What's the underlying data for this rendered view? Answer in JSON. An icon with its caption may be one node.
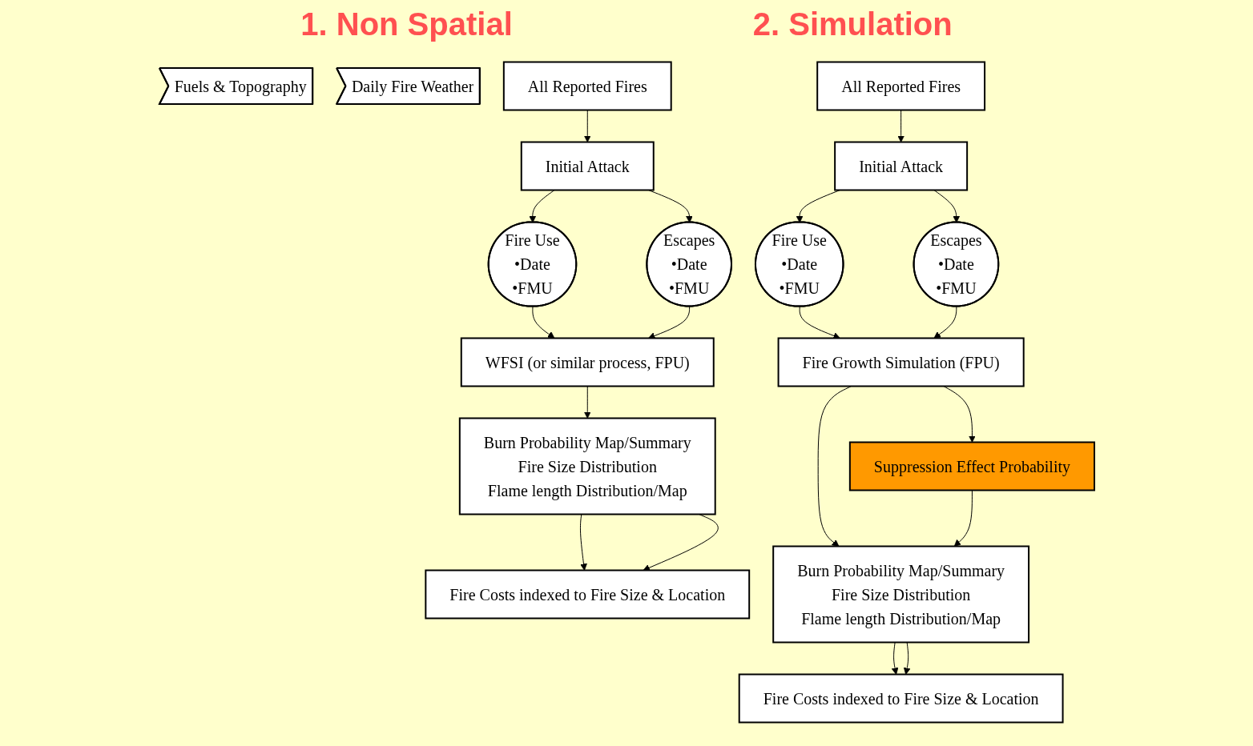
{
  "diagram": {
    "nodes": [
      {
        "text": [
          "Fuels & Topography"
        ]
      },
      {
        "text": [
          "Daily Fire Weather"
        ]
      },
      {
        "text": [
          "All Reported Fires"
        ]
      },
      {
        "text": [
          "Initial Attack"
        ]
      },
      {
        "text": [
          "Fire Use",
          "•Date",
          "•FMU"
        ]
      },
      {
        "text": [
          "Escapes",
          "•Date",
          "•FMU"
        ]
      },
      {
        "text": [
          "WFSI (or similar process, FPU)"
        ]
      },
      {
        "text": [
          "Burn Probability Map/Summary",
          "Fire Size Distribution",
          "Flame length Distribution/Map"
        ]
      },
      {
        "text": [
          "Fire Costs indexed to Fire Size & Location"
        ]
      },
      {
        "text": [
          "All Reported Fires"
        ]
      },
      {
        "text": [
          "Initial Attack"
        ]
      },
      {
        "text": [
          "Fire Use",
          "•Date",
          "•FMU"
        ]
      },
      {
        "text": [
          "Escapes",
          "•Date",
          "•FMU"
        ]
      },
      {
        "text": [
          "Fire Growth Simulation (FPU)"
        ]
      },
      {
        "text": [
          "Suppression Effect Probability"
        ]
      },
      {
        "text": [
          "Burn Probability Map/Summary",
          "Fire Size Distribution",
          "Flame length Distribution/Map"
        ]
      },
      {
        "text": [
          "Fire Costs indexed to Fire Size & Location"
        ]
      }
    ],
    "edges": [
      {
        "from": 2,
        "to": 3,
        "arrow": "to"
      },
      {
        "from": 3,
        "to": 4,
        "arrow": "to"
      },
      {
        "from": 3,
        "to": 5,
        "arrow": "to"
      },
      {
        "from": 4,
        "to": 6,
        "arrow": "to"
      },
      {
        "from": 5,
        "to": 6,
        "arrow": "to"
      },
      {
        "from": 6,
        "to": 7,
        "arrow": "to"
      },
      {
        "from": 7,
        "to": 8,
        "arrow": "to"
      },
      {
        "from": 7,
        "to": 8,
        "arrow": "to"
      },
      {
        "from": 9,
        "to": 10,
        "arrow": "to"
      },
      {
        "from": 10,
        "to": 11,
        "arrow": "to"
      },
      {
        "from": 10,
        "to": 12,
        "arrow": "to"
      },
      {
        "from": 11,
        "to": 13,
        "arrow": "to"
      },
      {
        "from": 12,
        "to": 13,
        "arrow": "to"
      },
      {
        "from": 13,
        "to": 15,
        "arrow": "to"
      },
      {
        "from": 13,
        "to": 14,
        "arrow": "to"
      },
      {
        "from": 14,
        "to": 15,
        "arrow": "to"
      },
      {
        "from": 15,
        "to": 16,
        "arrow": "to"
      },
      {
        "from": 15,
        "to": 16,
        "arrow": "to"
      }
    ],
    "labels": [
      "1. Non Spatial",
      "2. Simulation"
    ]
  }
}
